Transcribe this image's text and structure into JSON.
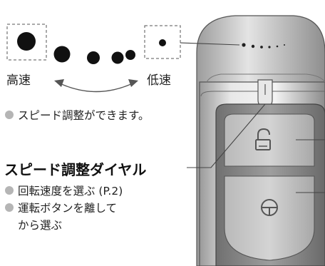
{
  "speed_scale": {
    "high_label": "高速",
    "low_label": "低速"
  },
  "notes": {
    "speed_adjust": "スピード調整ができます。"
  },
  "dial": {
    "title": "スピード調整ダイヤル",
    "bullets": [
      "回転速度を選ぶ (P.2)",
      "運転ボタンを離して"
    ],
    "continuation": "から選ぶ"
  },
  "icons": [
    "lock-open-icon",
    "power-button-icon"
  ],
  "colors": {
    "bullet": "#b5b5b5",
    "text": "#222222",
    "device_body": "#d9d9d9",
    "device_panel": "#8a8a8a"
  }
}
